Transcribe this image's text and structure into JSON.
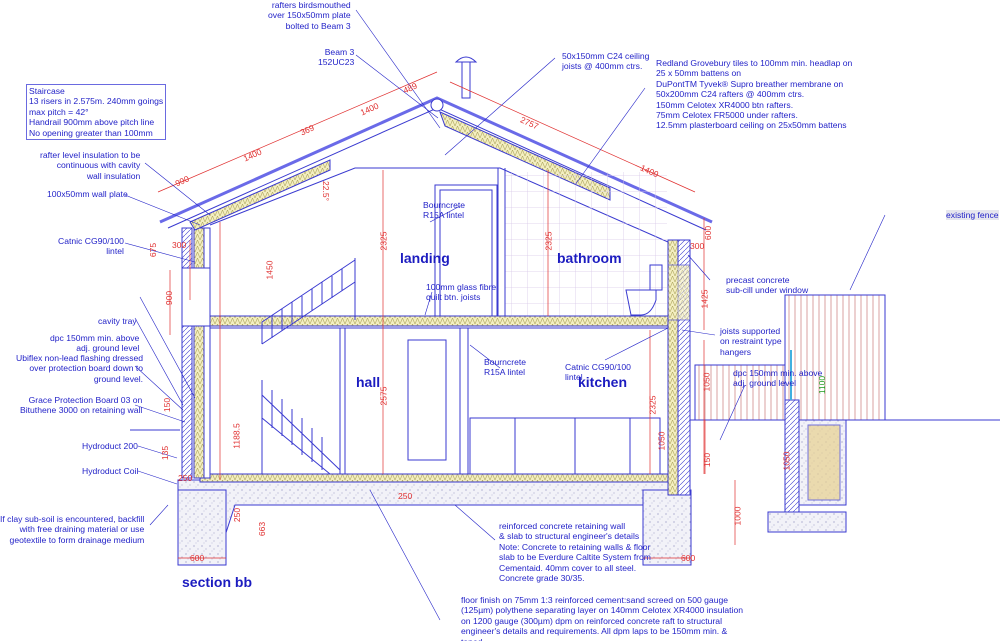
{
  "title": "section  bb",
  "rooms": {
    "landing": "landing",
    "bathroom": "bathroom",
    "hall": "hall",
    "kitchen": "kitchen"
  },
  "notes": {
    "rafters_birdsmouthed": "rafters birdsmouthed\nover 150x50mm plate\nbolted to Beam 3",
    "beam3": "Beam 3\n152UC23",
    "staircase": "Staircase\n13 risers in 2.575m. 240mm goings\nmax pitch = 42°\nHandrail 900mm above pitch line\nNo opening greater than 100mm",
    "rafter_insulation": "rafter level insulation to be\ncontinuous with cavity\nwall insulation",
    "wall_plate": "100x50mm wall plate",
    "catnic_left": "Catnic CG90/100\nlintel",
    "cavity_tray": "cavity tray",
    "dpc_left": "dpc 150mm min. above\nadj. ground level",
    "ubiflex": "Ubiflex non-lead flashing dressed\nover protection board down to\nground level.",
    "grace": "Grace Protection Board 03 on\nBituthene 3000 on retaining wall",
    "hydroduct200": "Hydroduct 200",
    "hydroduct_coil": "Hydroduct Coil",
    "clay": "If clay sub-soil is encountered, backfill\nwith free draining material or use\ngeotextile to form drainage medium",
    "ceiling_joists": "50x150mm C24 ceiling\njoists @ 400mm ctrs.",
    "roof_spec": "Redland Grovebury tiles to 100mm min. headlap on\n25 x 50mm battens on\nDuPontTM Tyvek® Supro breather membrane on\n50x200mm C24 rafters @ 400mm ctrs.\n150mm Celotex XR4000 btn rafters.\n75mm Celotex FR5000 under rafters.\n12.5mm plasterboard ceiling on 25x50mm battens",
    "bourncrete_upper": "Bourncrete\nR15A lintel",
    "glass_fibre": "100mm glass fibre\nquilt btn. joists",
    "bourncrete_lower": "Bourncrete\nR15A lintel",
    "catnic_right": "Catnic CG90/100\nlintel",
    "existing_fence": "existing fence",
    "precast_cill": "precast concrete\nsub-cill under window",
    "joists_supported": "joists supported\non restraint type\nhangers",
    "dpc_right": "dpc 150mm min. above\nadj. ground level",
    "retaining_wall": "reinforced concrete retaining wall\n& slab to structural engineer's details\nNote: Concrete to retaining walls & floor\nslab to be Everdure Caltite System from\nCementaid. 40mm cover to all steel.\nConcrete grade 30/35.",
    "floor_finish": "floor finish on 75mm 1:3 reinforced cement:sand screed on 500 gauge\n(125µm) polythene separating layer on 140mm Celotex XR4000 insulation\non 1200 gauge (300µm) dpm on reinforced concrete raft to structural\nengineer's details and requirements. All dpm laps to be 150mm min. &\ntaped."
  },
  "dimensions": [
    "1400",
    "369",
    "1400",
    "990",
    "489",
    "2757",
    "1400",
    "22.5°",
    "300",
    "675",
    "900",
    "1450",
    "2325",
    "2325",
    "600",
    "300",
    "1425",
    "2575",
    "2325",
    "1050",
    "1050",
    "150",
    "1050",
    "1100",
    "150",
    "135",
    "250",
    "250",
    "250",
    "663",
    "600",
    "600",
    "1000",
    "1188.5"
  ],
  "colors": {
    "annotation": "#2323c8",
    "dimension": "#e03030",
    "linework": "#3a3ad0",
    "insulation": "#e8e0a0",
    "concrete": "#e8e8f4"
  }
}
